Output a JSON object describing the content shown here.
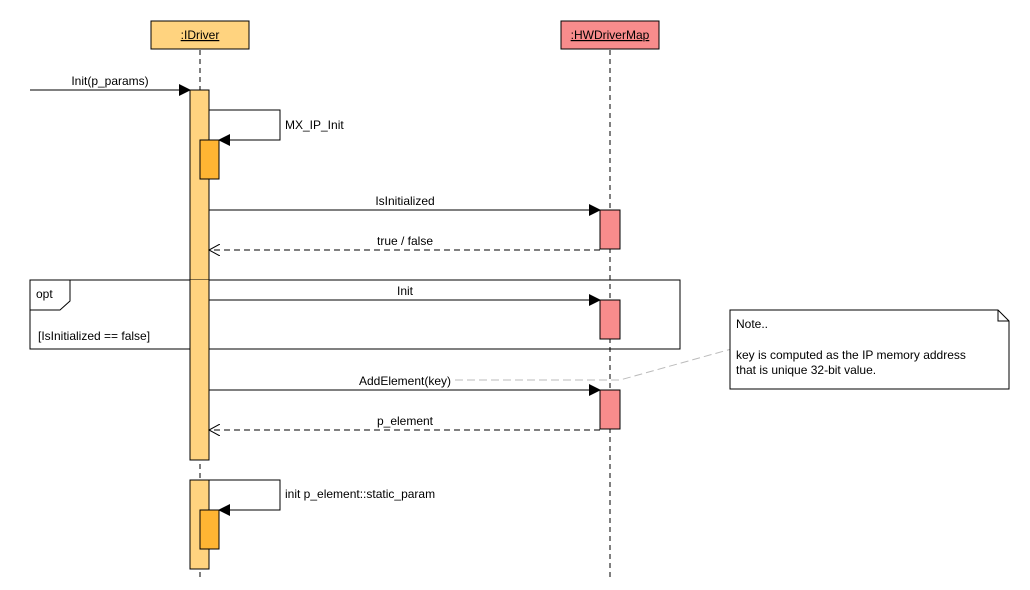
{
  "participants": {
    "idriver": {
      "label": ":IDriver",
      "color": "#FFD37F"
    },
    "hwdrivermap": {
      "label": ":HWDriverMap",
      "color": "#F88C8C"
    }
  },
  "activation_inner_color": "#FFB533",
  "messages": {
    "init_params": "Init(p_params)",
    "mx_ip_init": "MX_IP_Init",
    "is_initialized": "IsInitialized",
    "true_false": "true / false",
    "init": "Init",
    "add_element": "AddElement(key)",
    "p_element": "p_element",
    "init_static_param": "init p_element::static_param"
  },
  "fragment": {
    "operator": "opt",
    "guard": "[IsInitialized == false]"
  },
  "note": {
    "title": "Note..",
    "line1": "key is computed as the IP memory address",
    "line2": "that is unique 32-bit value."
  }
}
